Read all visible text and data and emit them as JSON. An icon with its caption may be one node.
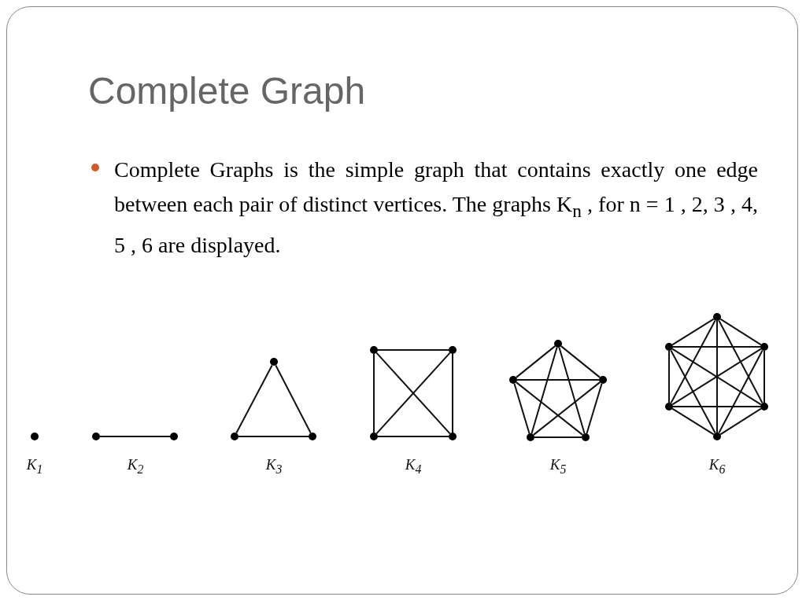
{
  "diagram": {
    "title": "Complete Graph",
    "nodes": [
      {
        "text": [],
        "shape": "circle"
      },
      {
        "text": [],
        "shape": "circle"
      },
      {
        "text": [],
        "shape": "circle"
      },
      {
        "text": [],
        "shape": "circle"
      },
      {
        "text": [],
        "shape": "circle"
      },
      {
        "text": [],
        "shape": "circle"
      },
      {
        "text": [],
        "shape": "circle"
      },
      {
        "text": [],
        "shape": "circle"
      },
      {
        "text": [],
        "shape": "circle"
      },
      {
        "text": [],
        "shape": "circle"
      },
      {
        "text": [],
        "shape": "circle"
      },
      {
        "text": [],
        "shape": "circle"
      },
      {
        "text": [],
        "shape": "circle"
      },
      {
        "text": [],
        "shape": "circle"
      },
      {
        "text": [],
        "shape": "circle"
      },
      {
        "text": [],
        "shape": "circle"
      },
      {
        "text": [],
        "shape": "circle"
      },
      {
        "text": [],
        "shape": "circle"
      },
      {
        "text": [],
        "shape": "circle"
      },
      {
        "text": [],
        "shape": "circle"
      },
      {
        "text": [],
        "shape": "circle"
      }
    ],
    "edges": [
      {
        "from": 1,
        "to": 2,
        "arrow": "none"
      },
      {
        "from": 3,
        "to": 4,
        "arrow": "none"
      },
      {
        "from": 3,
        "to": 5,
        "arrow": "none"
      },
      {
        "from": 4,
        "to": 5,
        "arrow": "none"
      },
      {
        "from": 6,
        "to": 7,
        "arrow": "none"
      },
      {
        "from": 6,
        "to": 8,
        "arrow": "none"
      },
      {
        "from": 6,
        "to": 9,
        "arrow": "none"
      },
      {
        "from": 7,
        "to": 8,
        "arrow": "none"
      },
      {
        "from": 7,
        "to": 9,
        "arrow": "none"
      },
      {
        "from": 8,
        "to": 9,
        "arrow": "none"
      },
      {
        "from": 10,
        "to": 11,
        "arrow": "none"
      },
      {
        "from": 10,
        "to": 12,
        "arrow": "none"
      },
      {
        "from": 10,
        "to": 13,
        "arrow": "none"
      },
      {
        "from": 10,
        "to": 14,
        "arrow": "none"
      },
      {
        "from": 11,
        "to": 12,
        "arrow": "none"
      },
      {
        "from": 11,
        "to": 13,
        "arrow": "none"
      },
      {
        "from": 11,
        "to": 14,
        "arrow": "none"
      },
      {
        "from": 12,
        "to": 13,
        "arrow": "none"
      },
      {
        "from": 12,
        "to": 14,
        "arrow": "none"
      },
      {
        "from": 13,
        "to": 14,
        "arrow": "none"
      },
      {
        "from": 15,
        "to": 16,
        "arrow": "none"
      },
      {
        "from": 15,
        "to": 17,
        "arrow": "none"
      },
      {
        "from": 15,
        "to": 18,
        "arrow": "none"
      },
      {
        "from": 15,
        "to": 19,
        "arrow": "none"
      },
      {
        "from": 15,
        "to": 20,
        "arrow": "none"
      },
      {
        "from": 16,
        "to": 17,
        "arrow": "none"
      },
      {
        "from": 16,
        "to": 18,
        "arrow": "none"
      },
      {
        "from": 16,
        "to": 19,
        "arrow": "none"
      },
      {
        "from": 16,
        "to": 20,
        "arrow": "none"
      },
      {
        "from": 17,
        "to": 18,
        "arrow": "none"
      },
      {
        "from": 17,
        "to": 19,
        "arrow": "none"
      },
      {
        "from": 17,
        "to": 20,
        "arrow": "none"
      },
      {
        "from": 18,
        "to": 19,
        "arrow": "none"
      },
      {
        "from": 18,
        "to": 20,
        "arrow": "none"
      },
      {
        "from": 19,
        "to": 20,
        "arrow": "none"
      }
    ],
    "labels": [
      "Complete Graphs is the simple graph that contains exactly one edge between each pair of distinct vertices. The graphs K$_{n}$ , for n = 1 , 2, 3 , 4, 5 , 6 are displayed.",
      "K$_{1}$",
      "K$_{2}$",
      "K$_{3}$",
      "K$_{4}$",
      "K$_{5}$",
      "K$_{6}$"
    ]
  }
}
